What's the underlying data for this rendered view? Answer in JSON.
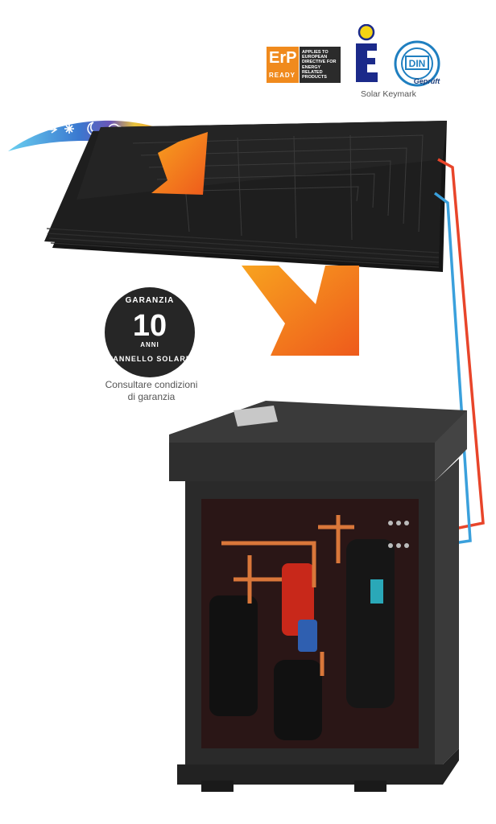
{
  "logos": {
    "erp_main": "ErP",
    "erp_ready": "READY",
    "erp_note": "APPLIES TO EUROPEAN DIRECTIVE FOR ENERGY RELATED PRODUCTS",
    "din_text": "DIN",
    "din_sub": "Geprüft",
    "keymark_label": "Solar Keymark"
  },
  "warranty": {
    "top": "GARANZIA",
    "number": "10",
    "sub": "ANNI",
    "bottom": "PANNELLO SOLARE",
    "note_line1": "Consultare condizioni",
    "note_line2": "di garanzia"
  },
  "colors": {
    "orange_arrow": "#f26a1b",
    "panel_black": "#1c1c1c",
    "pipe_hot": "#e8452a",
    "pipe_cold": "#3aa0dc",
    "badge_dark": "#262626"
  },
  "icons": [
    "wind-icon",
    "snowflake-icon",
    "moon-icon",
    "rain-cloud-icon",
    "partly-sunny-icon",
    "sun-icon"
  ]
}
